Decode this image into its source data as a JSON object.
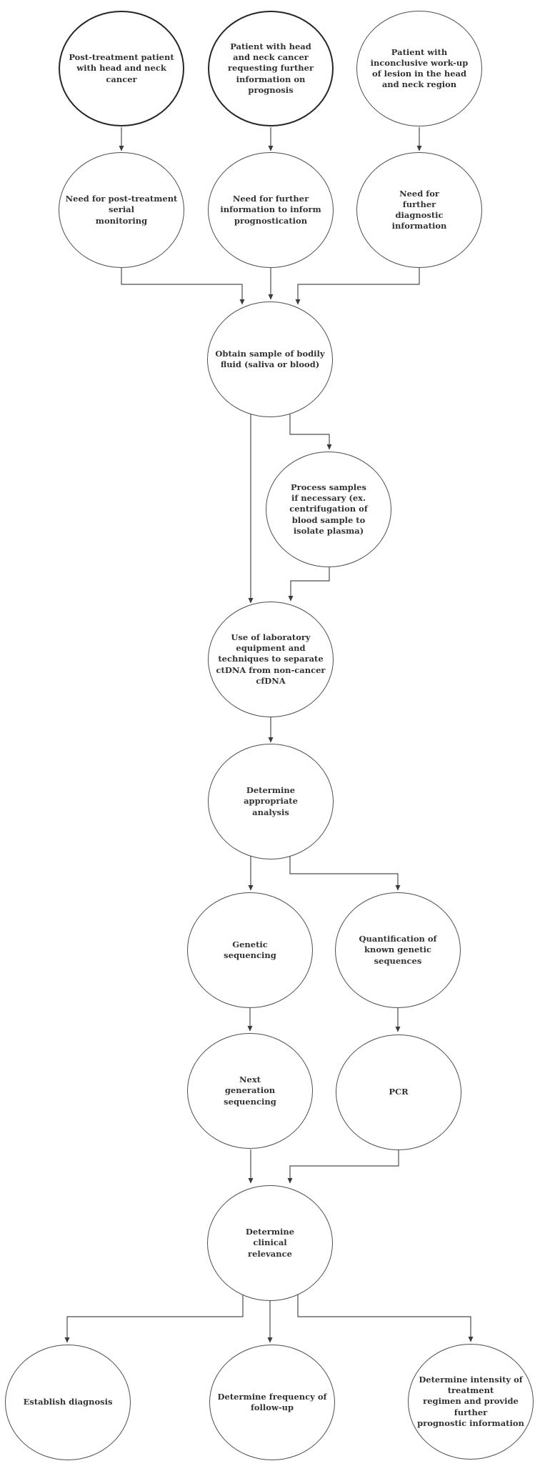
{
  "diagram": {
    "type": "flowchart",
    "colors": {
      "background": "#ffffff",
      "node_stroke": "#4d4d4d",
      "node_stroke_emphasis": "#262626",
      "node_fill": "#ffffff",
      "text": "#333333",
      "connector": "#4d4d4d"
    },
    "nodes": {
      "n1": {
        "label": "Post-treatment patient\nwith head and neck\ncancer"
      },
      "n2": {
        "label": "Patient with head\nand neck cancer\nrequesting further\ninformation on\nprognosis"
      },
      "n3": {
        "label": "Patient with\ninconclusive work-up\nof lesion in the head\nand neck region"
      },
      "n4": {
        "label": "Need for post-treatment\nserial\nmonitoring"
      },
      "n5": {
        "label": "Need for further\ninformation to inform\nprognostication"
      },
      "n6": {
        "label": "Need for\nfurther\ndiagnostic\ninformation"
      },
      "n7": {
        "label": "Obtain sample of bodily\nfluid (saliva or blood)"
      },
      "n8": {
        "label": "Process samples\nif necessary (ex.\ncentrifugation of\nblood sample to\nisolate plasma)"
      },
      "n9": {
        "label": "Use of laboratory\nequipment and\ntechniques to separate\nctDNA from non-cancer\ncfDNA"
      },
      "n10": {
        "label": "Determine\nappropriate\nanalysis"
      },
      "n11": {
        "label": "Genetic\nsequencing"
      },
      "n12": {
        "label": "Quantification of\nknown genetic\nsequences"
      },
      "n13": {
        "label": "Next\ngeneration\nsequencing"
      },
      "n14": {
        "label": "PCR"
      },
      "n15": {
        "label": "Determine\nclinical\nrelevance"
      },
      "n16": {
        "label": "Establish diagnosis"
      },
      "n17": {
        "label": "Determine frequency of\nfollow-up"
      },
      "n18": {
        "label": "Determine intensity of\ntreatment\nregimen and provide\nfurther\nprognostic information"
      }
    },
    "edges": [
      {
        "from": "n1",
        "to": "n7_via_n4",
        "description": "Post-treatment patient -> Need for post-treatment serial monitoring"
      },
      {
        "from": "n2",
        "to": "n5",
        "description": "Patient requesting prognosis info -> Need for further information to inform prognostication"
      },
      {
        "from": "n3",
        "to": "n6",
        "description": "Patient with inconclusive work-up -> Need for further diagnostic information"
      },
      {
        "from": "n4",
        "to": "n7",
        "description": "Need for post-treatment serial monitoring -> Obtain sample of bodily fluid"
      },
      {
        "from": "n5",
        "to": "n7",
        "description": "Need for further information -> Obtain sample of bodily fluid"
      },
      {
        "from": "n6",
        "to": "n7",
        "description": "Need for further diagnostic information -> Obtain sample of bodily fluid"
      },
      {
        "from": "n7",
        "to": "n8",
        "description": "Obtain sample -> Process samples if necessary"
      },
      {
        "from": "n7",
        "to": "n9",
        "description": "Obtain sample -> Use of laboratory equipment"
      },
      {
        "from": "n8",
        "to": "n9",
        "description": "Process samples -> Use of laboratory equipment"
      },
      {
        "from": "n9",
        "to": "n10",
        "description": "Use of laboratory equipment -> Determine appropriate analysis"
      },
      {
        "from": "n10",
        "to": "n11",
        "description": "Determine appropriate analysis -> Genetic sequencing"
      },
      {
        "from": "n10",
        "to": "n12",
        "description": "Determine appropriate analysis -> Quantification of known genetic sequences"
      },
      {
        "from": "n11",
        "to": "n13",
        "description": "Genetic sequencing -> Next generation sequencing"
      },
      {
        "from": "n12",
        "to": "n14",
        "description": "Quantification of known genetic sequences -> PCR"
      },
      {
        "from": "n13",
        "to": "n15",
        "description": "Next generation sequencing -> Determine clinical relevance"
      },
      {
        "from": "n14",
        "to": "n15",
        "description": "PCR -> Determine clinical relevance"
      },
      {
        "from": "n15",
        "to": "n16",
        "description": "Determine clinical relevance -> Establish diagnosis"
      },
      {
        "from": "n15",
        "to": "n17",
        "description": "Determine clinical relevance -> Determine frequency of follow-up"
      },
      {
        "from": "n15",
        "to": "n18",
        "description": "Determine clinical relevance -> Determine intensity of treatment regimen"
      }
    ]
  }
}
